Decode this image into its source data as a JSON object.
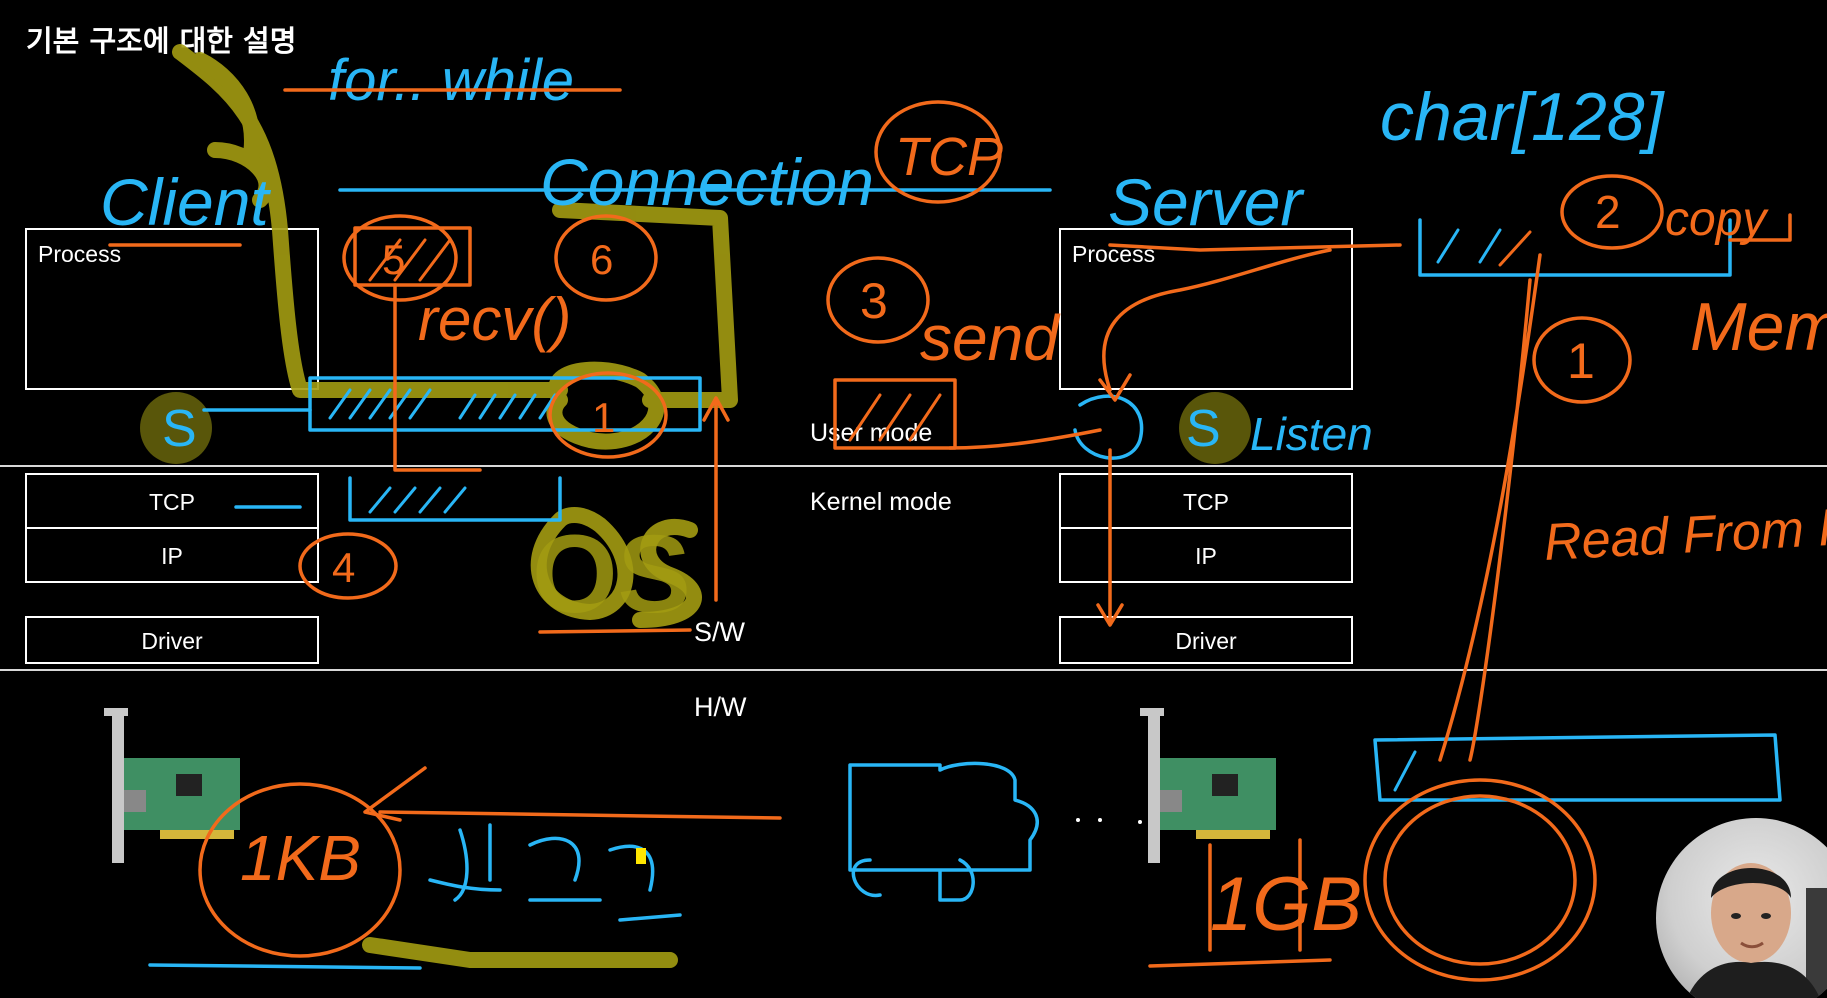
{
  "title": "기본 구조에 대한 설명",
  "client": {
    "process_label": "Process",
    "tcp_label": "TCP",
    "ip_label": "IP",
    "driver_label": "Driver"
  },
  "server": {
    "process_label": "Process",
    "tcp_label": "TCP",
    "ip_label": "IP",
    "driver_label": "Driver"
  },
  "modes": {
    "user_mode": "User mode",
    "kernel_mode": "Kernel mode",
    "sw": "S/W",
    "hw": "H/W"
  },
  "handwriting": {
    "for_while": "for.. while",
    "client": "Client",
    "connection": "Connection",
    "tcp": "TCP",
    "server": "Server",
    "char_buf": "char[128]",
    "recv": "recv()",
    "send": "send",
    "listen": "Listen",
    "copy": "copy",
    "mem": "Mem",
    "read_from_file": "Read From File.",
    "os": "OS",
    "one_gb": "1GB",
    "one_kb": "1KB",
    "s": "S",
    "num_1": "1",
    "num_2": "2",
    "num_3": "3",
    "num_4": "4",
    "num_5": "5",
    "num_6": "6"
  },
  "colors": {
    "background": "#000000",
    "box_border": "#ffffff",
    "ink_blue": "#29b6f6",
    "ink_orange": "#f26a1b",
    "ink_olive": "#a39c12",
    "ink_white": "#ffffff",
    "nic_board": "#3f8f63",
    "nic_bracket": "#c8c8c8"
  },
  "icons": [
    "network-card-icon",
    "puzzle-icon",
    "presenter-webcam"
  ]
}
